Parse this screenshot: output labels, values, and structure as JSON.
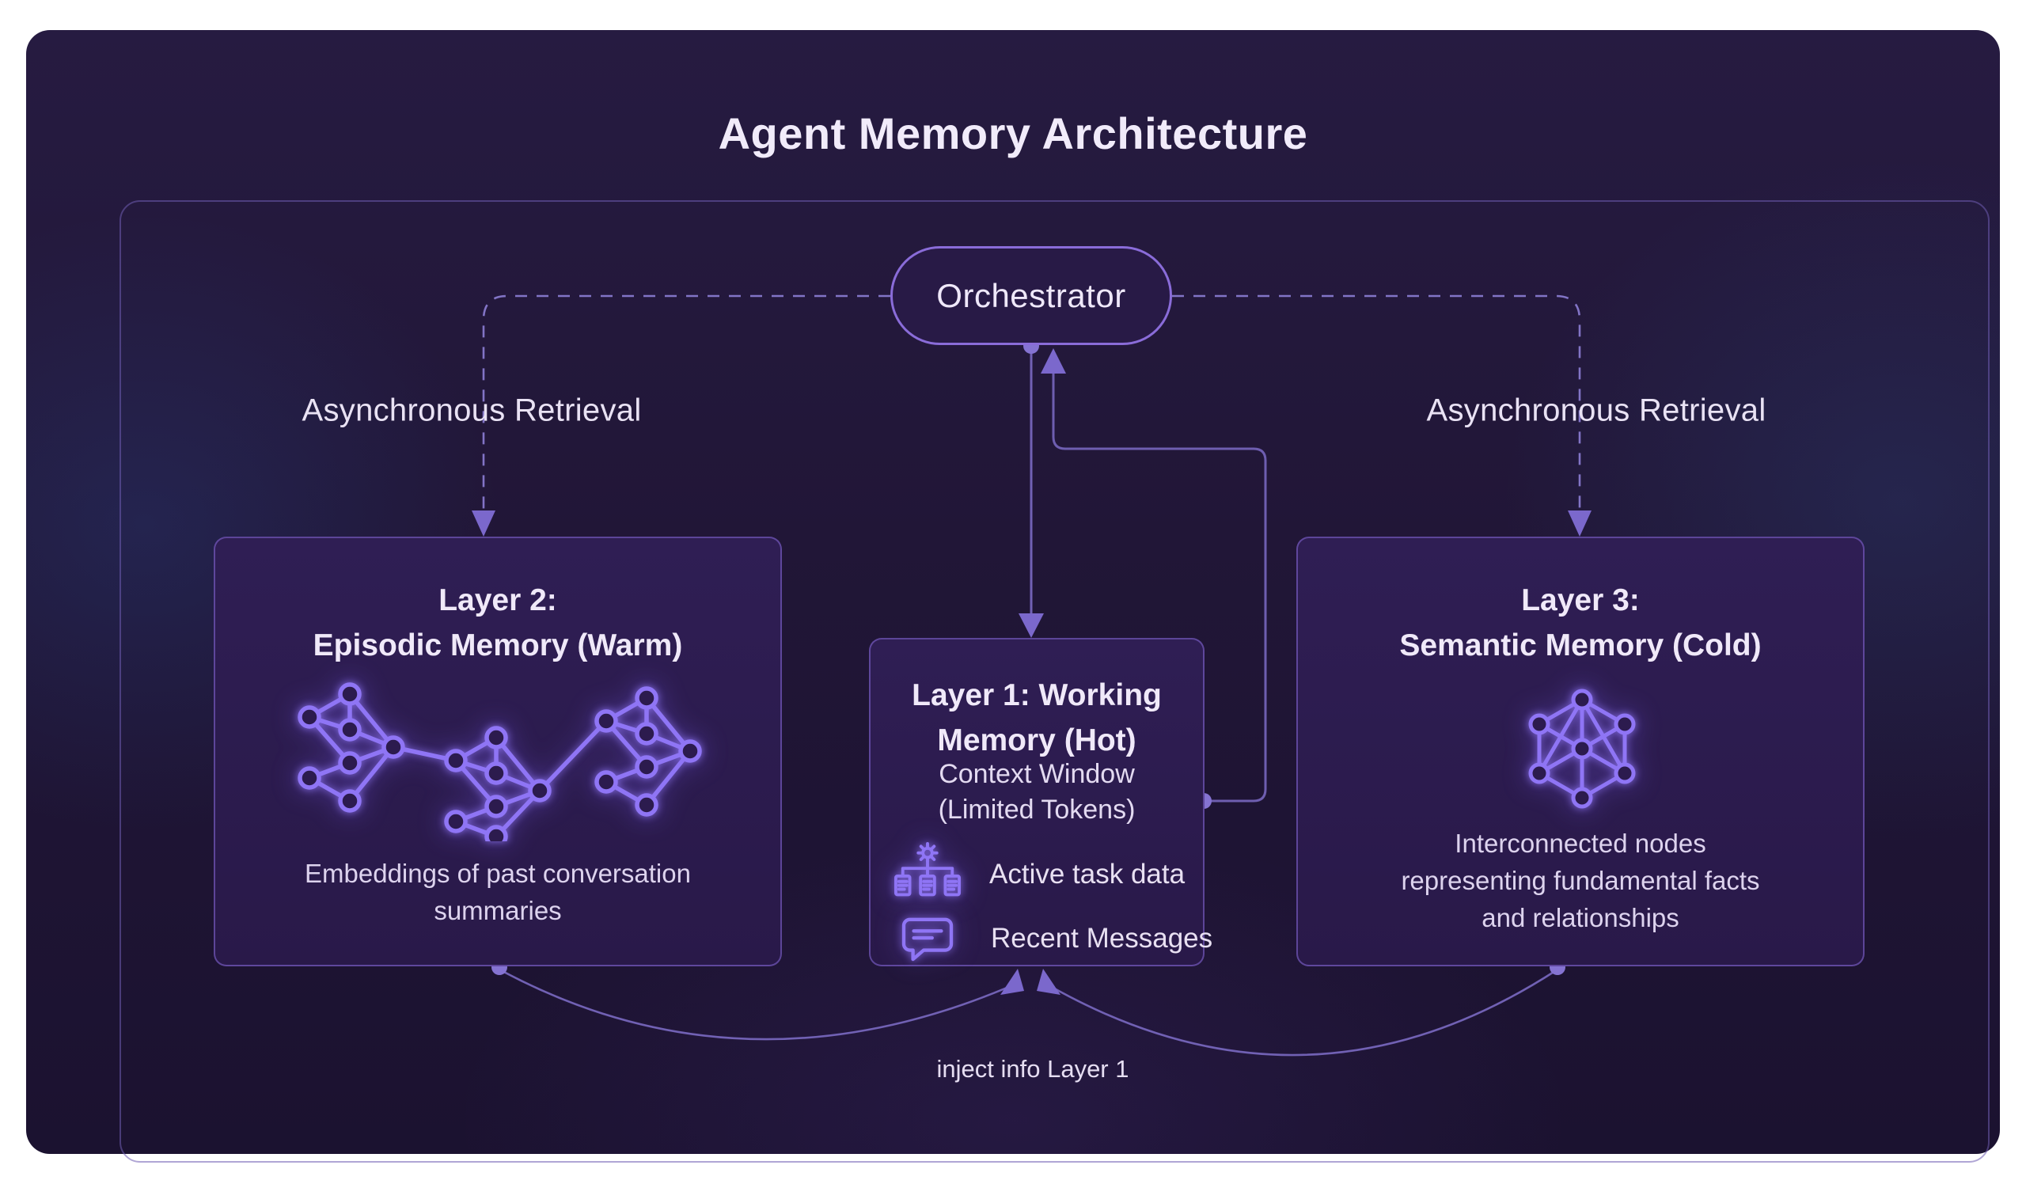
{
  "title": "Agent Memory Architecture",
  "orchestrator": {
    "label": "Orchestrator"
  },
  "labels": {
    "async_left": "Asynchronous Retrieval",
    "async_right": "Asynchronous Retrieval",
    "inject": "inject info Layer 1"
  },
  "layers": {
    "layer2": {
      "title_line1": "Layer 2:",
      "title_line2": "Episodic Memory (Warm)",
      "icon": "network-clusters-icon",
      "description_line1": "Embeddings of past conversation",
      "description_line2": "summaries"
    },
    "layer1": {
      "title_line1": "Layer 1: Working",
      "title_line2": "Memory (Hot)",
      "subtitle_line1": "Context Window",
      "subtitle_line2": "(Limited Tokens)",
      "items": [
        {
          "icon": "task-distribution-icon",
          "label": "Active task data"
        },
        {
          "icon": "chat-bubble-icon",
          "label": "Recent Messages"
        }
      ]
    },
    "layer3": {
      "title_line1": "Layer 3:",
      "title_line2": "Semantic Memory (Cold)",
      "icon": "hex-network-icon",
      "description_line1": "Interconnected nodes",
      "description_line2": "representing fundamental facts",
      "description_line3": "and relationships"
    }
  },
  "colors": {
    "page_background": "#ffffff",
    "card_background": "#211637",
    "box_background": "#2c1b4e",
    "box_border": "#8669d8",
    "pill_border": "#8a6cd9",
    "accent_glow": "#8f75f5",
    "wire_solid": "#7161b4",
    "wire_dashed": "#8274c6",
    "heading_text": "#f0e9f9",
    "body_text": "#ddd3ee"
  }
}
